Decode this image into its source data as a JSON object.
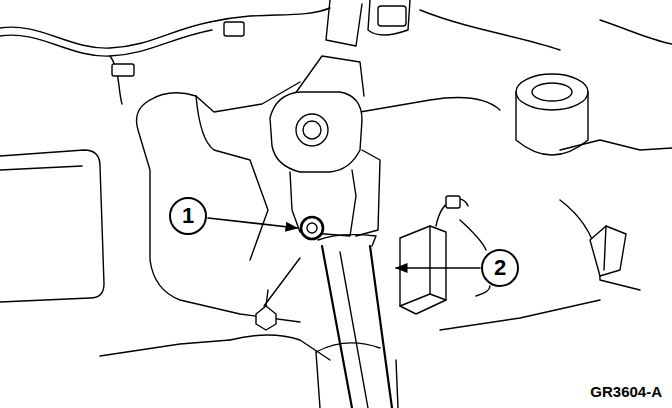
{
  "diagram": {
    "nodes": [
      {
        "text": [
          "1"
        ]
      },
      {
        "text": [
          "2"
        ]
      }
    ],
    "labels": [
      "GR3604-A"
    ]
  }
}
